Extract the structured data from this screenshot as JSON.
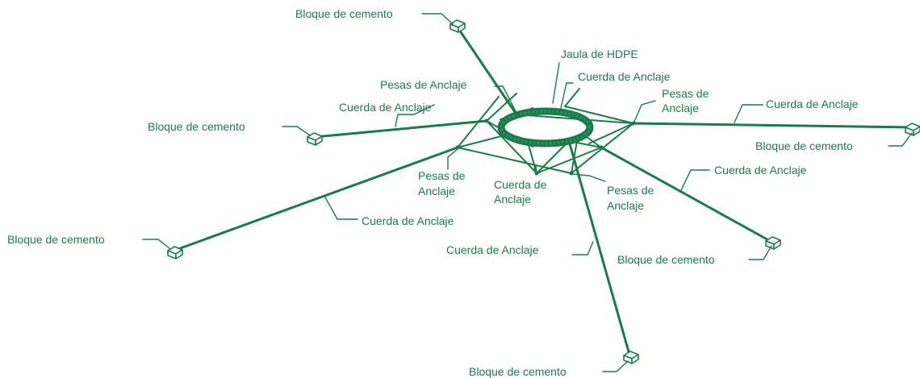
{
  "diagram": {
    "cage_label": "Jaula de HDPE",
    "labels": {
      "block_top_left": "Bloque de cemento",
      "block_left": "Bloque de cemento",
      "block_far_left": "Bloque de cemento",
      "block_right": "Bloque de cemento",
      "block_lower_right": "Bloque de cemento",
      "block_bottom": "Bloque de cemento",
      "rope_left_upper": "Cuerda de Anclaje",
      "rope_top": "Cuerda de Anclaje",
      "rope_right": "Cuerda de Anclaje",
      "rope_lower_right": "Cuerda de Anclaje",
      "rope_left_lower": "Cuerda de Anclaje",
      "rope_bottom": "Cuerda de Anclaje",
      "rope_inner_bottom_1": "Cuerda de",
      "rope_inner_bottom_2": "Anclaje",
      "weights_top": "Pesas de Anclaje",
      "weights_right_1": "Pesas de",
      "weights_right_2": "Anclaje",
      "weights_left_1": "Pesas de",
      "weights_left_2": "Anclaje",
      "weights_bottom_1": "Pesas de",
      "weights_bottom_2": "Anclaje"
    },
    "colors": {
      "line": "#1a7a4c"
    }
  }
}
